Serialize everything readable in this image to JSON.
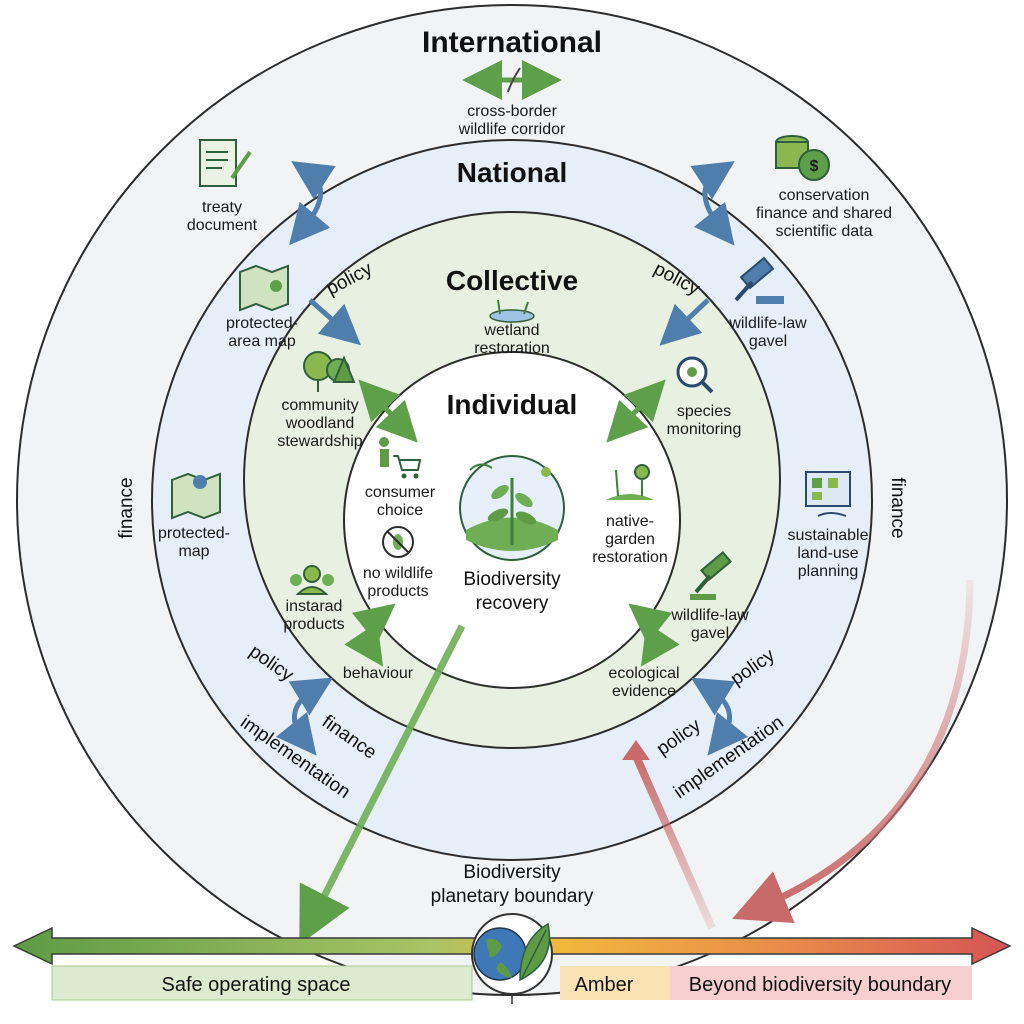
{
  "rings": {
    "international": "International",
    "national": "National",
    "collective": "Collective",
    "individual": "Individual"
  },
  "center": {
    "line1": "Biodiversity",
    "line2": "recovery"
  },
  "international_items": {
    "corridor_line1": "cross-border",
    "corridor_line2": "wildlife corridor",
    "treaty_line1": "treaty",
    "treaty_line2": "document",
    "finance_line1": "conservation",
    "finance_line2": "finance and shared",
    "finance_line3": "scientific data"
  },
  "national_items": {
    "protected_area_line1": "protected-",
    "protected_area_line2": "area map",
    "gavel_line1": "wildlife-law",
    "gavel_line2": "gavel",
    "protected_map_line1": "protected-",
    "protected_map_line2": "map",
    "land_use_line1": "sustainable",
    "land_use_line2": "land-use",
    "land_use_line3": "planning"
  },
  "collective_items": {
    "wetland_line1": "wetland",
    "wetland_line2": "restoration",
    "woodland_line1": "community",
    "woodland_line2": "woodland",
    "woodland_line3": "stewardship",
    "species_line1": "species",
    "species_line2": "monitoring",
    "instarad_line1": "instarad",
    "instarad_line2": "products",
    "gavel_line1": "wildlife-law",
    "gavel_line2": "gavel"
  },
  "individual_items": {
    "consumer_line1": "consumer",
    "consumer_line2": "choice",
    "nowildlife_line1": "no wildlife",
    "nowildlife_line2": "products",
    "garden_line1": "native-",
    "garden_line2": "garden",
    "garden_line3": "restoration",
    "behaviour": "behaviour",
    "evidence_line1": "ecological",
    "evidence_line2": "evidence"
  },
  "flows": {
    "finance_left": "finance",
    "finance_right": "finance",
    "policy_top_left": "policy",
    "policy_top_right": "policy",
    "policy_bottom_left": "policy",
    "finance_bottom_left": "finance",
    "implementation_left": "implementation",
    "policy_bottom_right_a": "policy",
    "policy_bottom_right_b": "policy",
    "implementation_right": "implementation"
  },
  "boundary": {
    "line1": "Biodiversity",
    "line2": "planetary boundary"
  },
  "bar": {
    "safe": "Safe operating space",
    "amber": "Amber",
    "beyond": "Beyond biodiversity boundary"
  },
  "colors": {
    "international_fill": "#f2f3f5",
    "national_fill": "#e6eef7",
    "collective_fill": "#e8f1e1",
    "individual_fill": "#ffffff",
    "green_arrow": "#5ea04a",
    "blue_arrow": "#4f7eac",
    "red_arrow": "#c86a6a"
  }
}
